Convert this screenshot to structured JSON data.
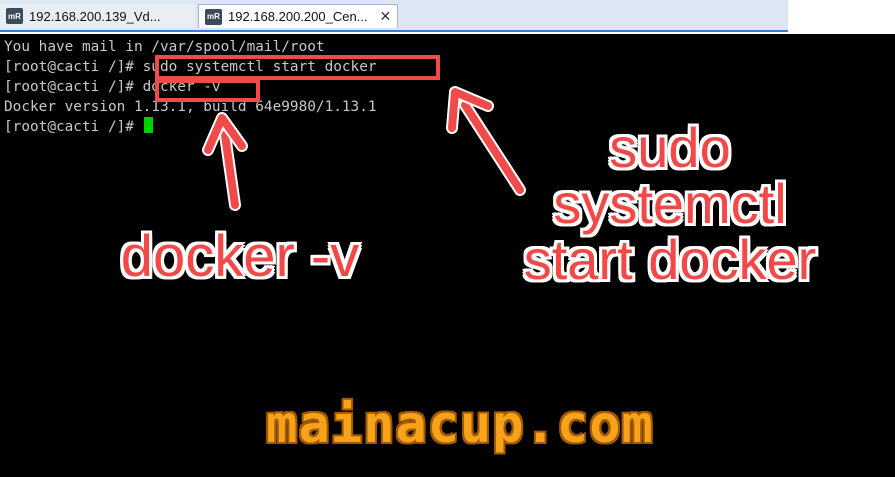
{
  "tabs": [
    {
      "icon": "mR",
      "label": "192.168.200.139_Vd...",
      "active": false
    },
    {
      "icon": "mR",
      "label": "192.168.200.200_Cen...",
      "active": true,
      "close": "✕"
    }
  ],
  "terminal": {
    "lines": [
      "You have mail in /var/spool/mail/root",
      "[root@cacti /]# sudo systemctl start docker",
      "[root@cacti /]# docker -v",
      "Docker version 1.13.1, build 64e9980/1.13.1",
      "[root@cacti /]# "
    ],
    "cursor_color": "#00d000",
    "text_color": "#c8c8c8",
    "background": "#000000"
  },
  "annotations": {
    "left_label": "docker -v",
    "right_label_lines": [
      "sudo",
      "systemctl",
      "start docker"
    ],
    "color": "#f24848"
  },
  "watermark": "mainacup.com"
}
